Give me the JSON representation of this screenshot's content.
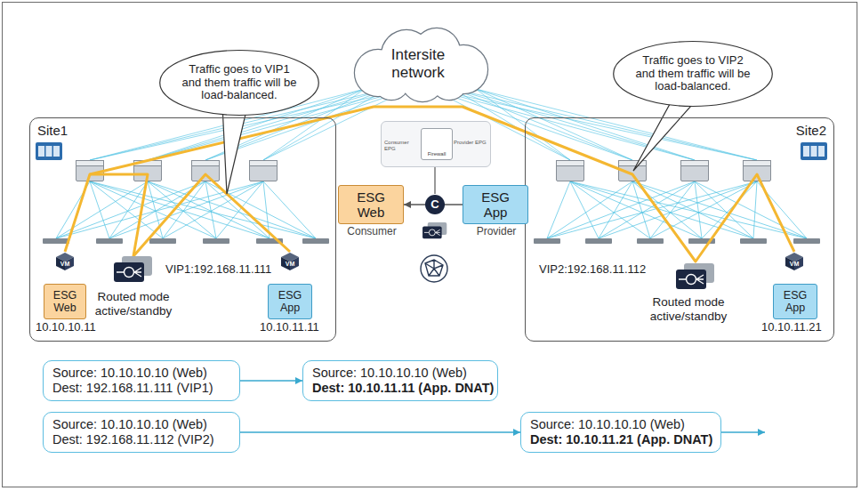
{
  "diagram": {
    "nodes": [
      {
        "text": [
          "Site1"
        ]
      },
      {
        "text": [
          "ESG Web"
        ],
        "in": 0
      },
      {
        "text": [
          "ESG App"
        ],
        "in": 0
      },
      {
        "text": [
          "Site2"
        ]
      },
      {
        "text": [
          "ESG App"
        ],
        "in": 3
      },
      {
        "text": [
          "Intersite network"
        ]
      },
      {
        "text": [
          "Traffic goes to VIP1 and them traffic will be load-balanced."
        ]
      },
      {
        "text": [
          "Traffic goes to VIP2 and them traffic will be load-balanced."
        ]
      },
      {
        "text": [
          "ESG Web",
          "Consumer"
        ]
      },
      {
        "text": [
          "ESG App",
          "Provider"
        ]
      },
      {
        "text": [
          "Consumer EPG",
          "Provider EPG"
        ]
      },
      {
        "text": [
          "Firewall"
        ],
        "in": 10
      },
      {
        "text": [
          "Source: 10.10.10.10 (Web)",
          "Dest: 192.168.11.111 (VIP1)"
        ]
      },
      {
        "text": [
          "Source: 10.10.10.10 (Web)",
          "Dest: 10.10.11.11 (App. DNAT)"
        ]
      },
      {
        "text": [
          "Source: 10.10.10.10 (Web)",
          "Dest: 192.168.11.112 (VIP2)"
        ]
      },
      {
        "text": [
          "Source: 10.10.10.10 (Web)",
          "Dest: 10.10.11.21 (App. DNAT)"
        ]
      }
    ],
    "edges": [
      {
        "from": 9,
        "to": 8,
        "arrow": "to"
      },
      {
        "from": 12,
        "to": 13,
        "arrow": "to"
      },
      {
        "from": 14,
        "to": 15,
        "arrow": "to"
      }
    ],
    "labels": [
      "10.10.10.11",
      "Routed mode active/standby",
      "VIP1:192.168.11.111",
      "10.10.11.11",
      "VIP2:192.168.11.112",
      "Routed mode active/standby",
      "10.10.11.21",
      "VM",
      "VM",
      "VM",
      "C"
    ]
  }
}
